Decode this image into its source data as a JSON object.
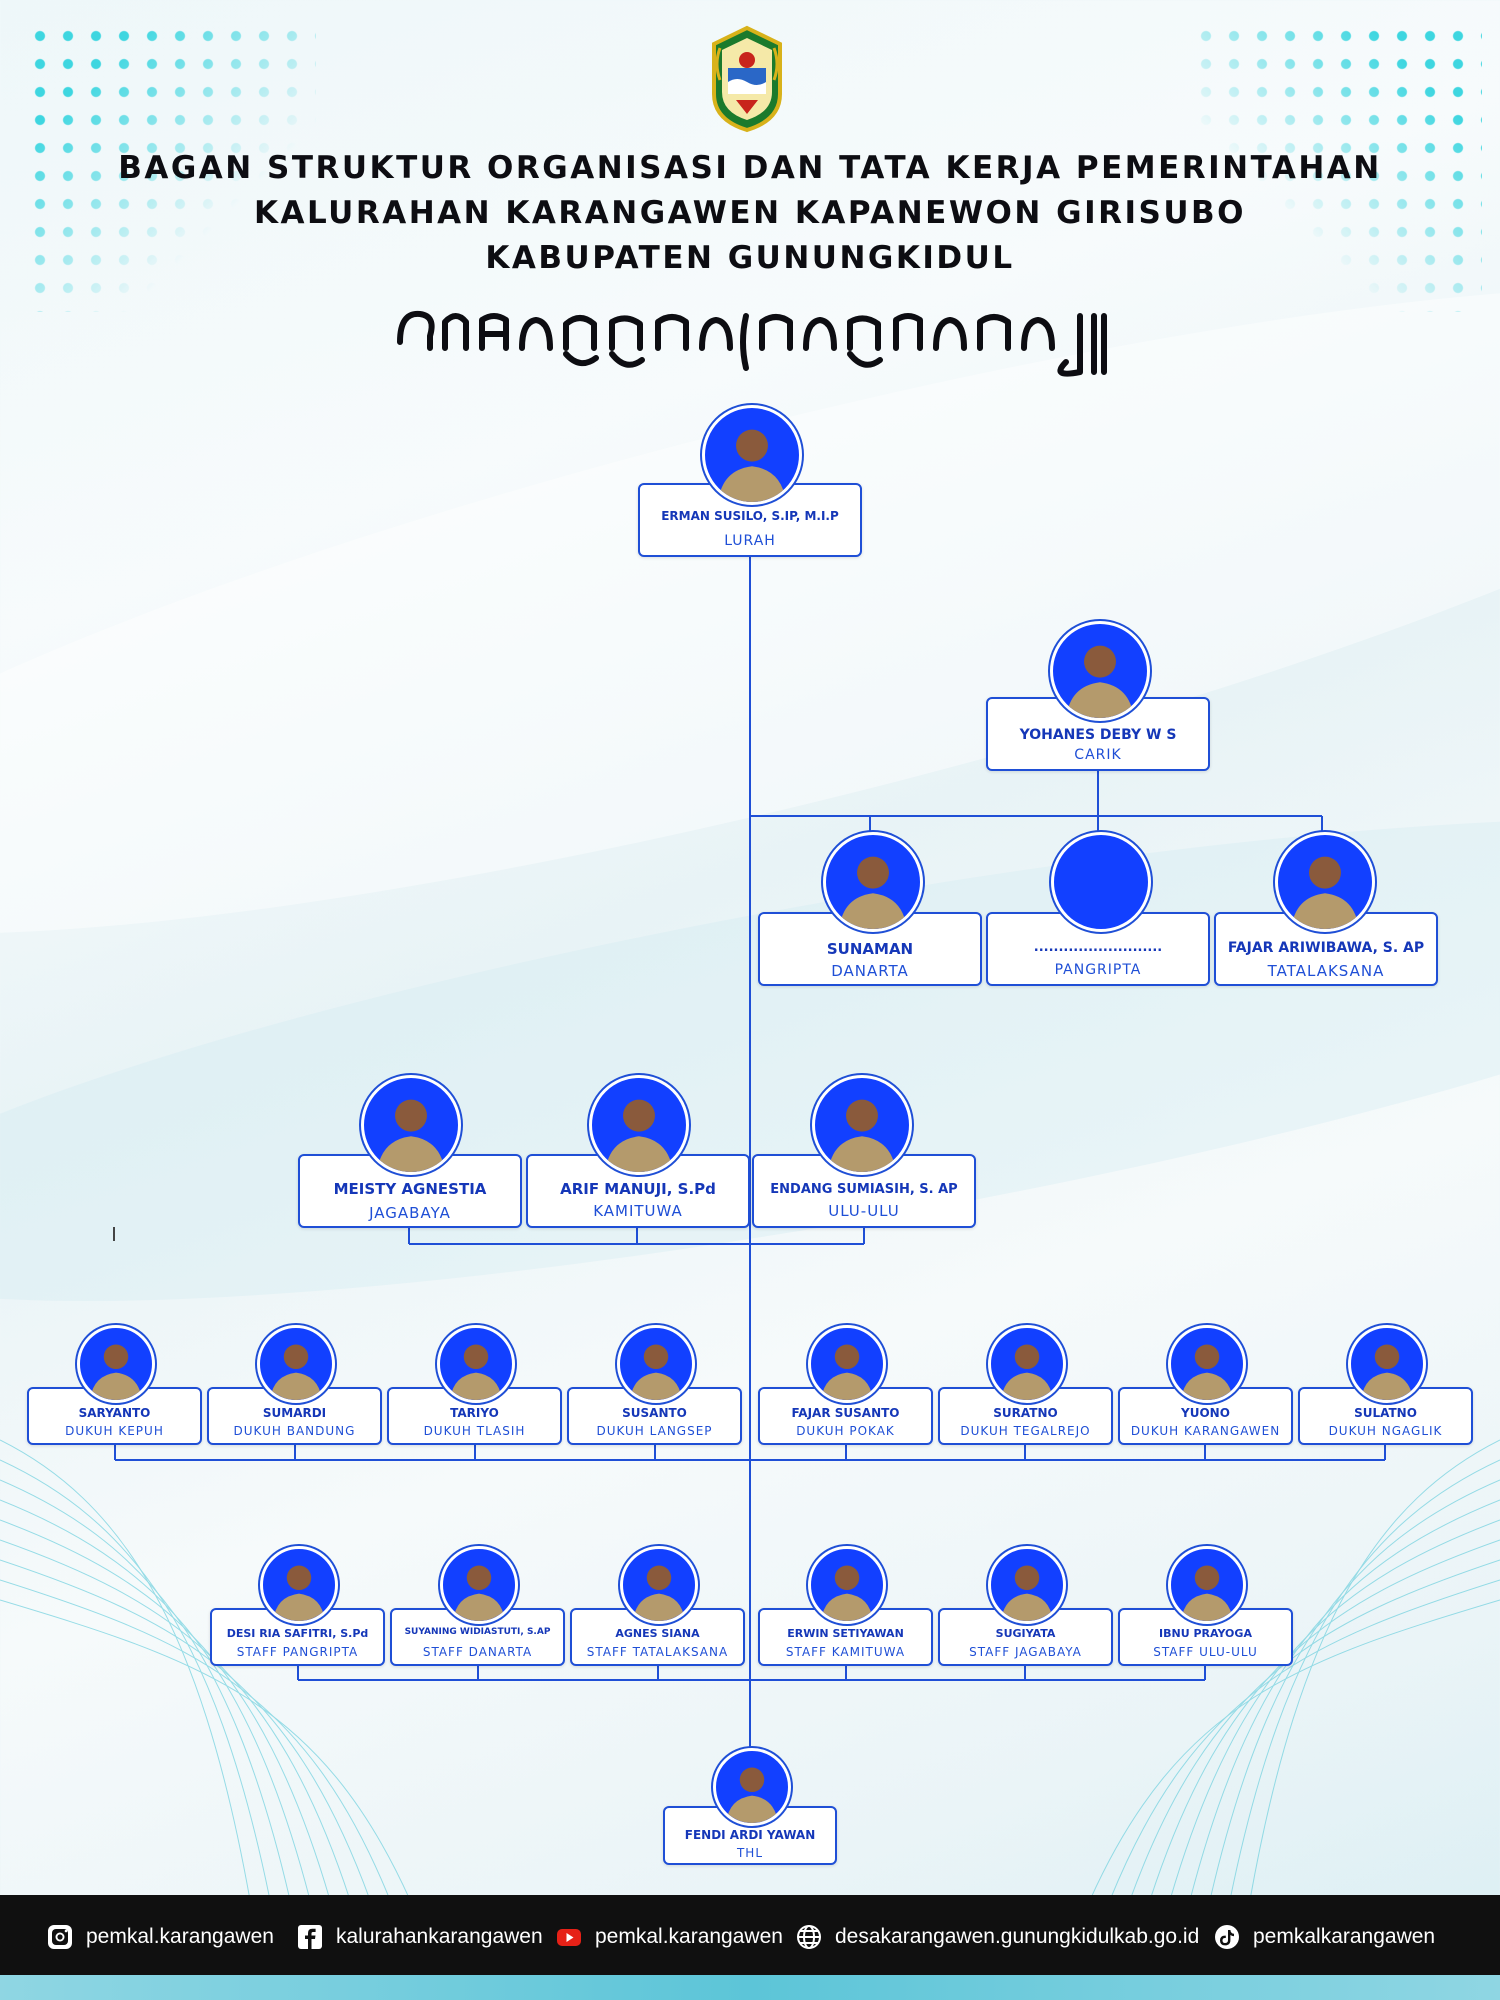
{
  "header": {
    "title_lines": [
      "BAGAN STRUKTUR ORGANISASI DAN TATA KERJA  PEMERINTAHAN",
      "KALURAHAN KARANGAWEN  KAPANEWON GIRISUBO",
      "KABUPATEN GUNUNGKIDUL"
    ],
    "javanese_subtitle": "ꦭꦶꦏꦶꦠꦶꦤꦺꦏꦏꦭꦮꦺꦴꦤ꧀ꦒꦶꦫꦶꦱꦸꦧ"
  },
  "nodes": {
    "lurah": {
      "name": "ERMAN SUSILO, S.IP, M.I.P",
      "role": "LURAH"
    },
    "carik": {
      "name": "YOHANES DEBY W S",
      "role": "CARIK"
    },
    "danarta": {
      "name": "SUNAMAN",
      "role": "DANARTA"
    },
    "pangripta": {
      "name": "..........................",
      "role": "PANGRIPTA"
    },
    "tatalaksana": {
      "name": "FAJAR ARIWIBAWA, S. AP",
      "role": "TATALAKSANA"
    },
    "jagabaya": {
      "name": "MEISTY AGNESTIA",
      "role": "JAGABAYA"
    },
    "kamituwa": {
      "name": "ARIF MANUJI, S.Pd",
      "role": "KAMITUWA"
    },
    "ulu_ulu": {
      "name": "ENDANG SUMIASIH, S. AP",
      "role": "ULU-ULU"
    },
    "dukuh": [
      {
        "name": "SARYANTO",
        "role": "DUKUH KEPUH"
      },
      {
        "name": "SUMARDI",
        "role": "DUKUH BANDUNG"
      },
      {
        "name": "TARIYO",
        "role": "DUKUH TLASIH"
      },
      {
        "name": "SUSANTO",
        "role": "DUKUH LANGSEP"
      },
      {
        "name": "FAJAR SUSANTO",
        "role": "DUKUH POKAK"
      },
      {
        "name": "SURATNO",
        "role": "DUKUH TEGALREJO"
      },
      {
        "name": "YUONO",
        "role": "DUKUH KARANGAWEN"
      },
      {
        "name": "SULATNO",
        "role": "DUKUH NGAGLIK"
      }
    ],
    "staff": [
      {
        "name": "DESI RIA SAFITRI, S.Pd",
        "role": "STAFF PANGRIPTA"
      },
      {
        "name": "SUYANING WIDIASTUTI, S.AP",
        "role": "STAFF DANARTA"
      },
      {
        "name": "AGNES SIANA",
        "role": "STAFF TATALAKSANA"
      },
      {
        "name": "ERWIN SETIYAWAN",
        "role": "STAFF KAMITUWA"
      },
      {
        "name": "SUGIYATA",
        "role": "STAFF JAGABAYA"
      },
      {
        "name": "IBNU PRAYOGA",
        "role": "STAFF ULU-ULU"
      }
    ],
    "thl": {
      "name": "FENDI ARDI YAWAN",
      "role": "THL"
    }
  },
  "footer": {
    "instagram": "pemkal.karangawen",
    "facebook": "kalurahankarangawen",
    "youtube": "pemkal.karangawen",
    "website": "desakarangawen.gunungkidulkab.go.id",
    "tiktok": "pemkalkarangawen"
  },
  "colors": {
    "accent_blue": "#1f4fd6",
    "name_blue": "#1537b8",
    "avatar_blue": "#1240ff",
    "dot_cyan": "#3ed6e0",
    "footer_bg": "#101010"
  }
}
